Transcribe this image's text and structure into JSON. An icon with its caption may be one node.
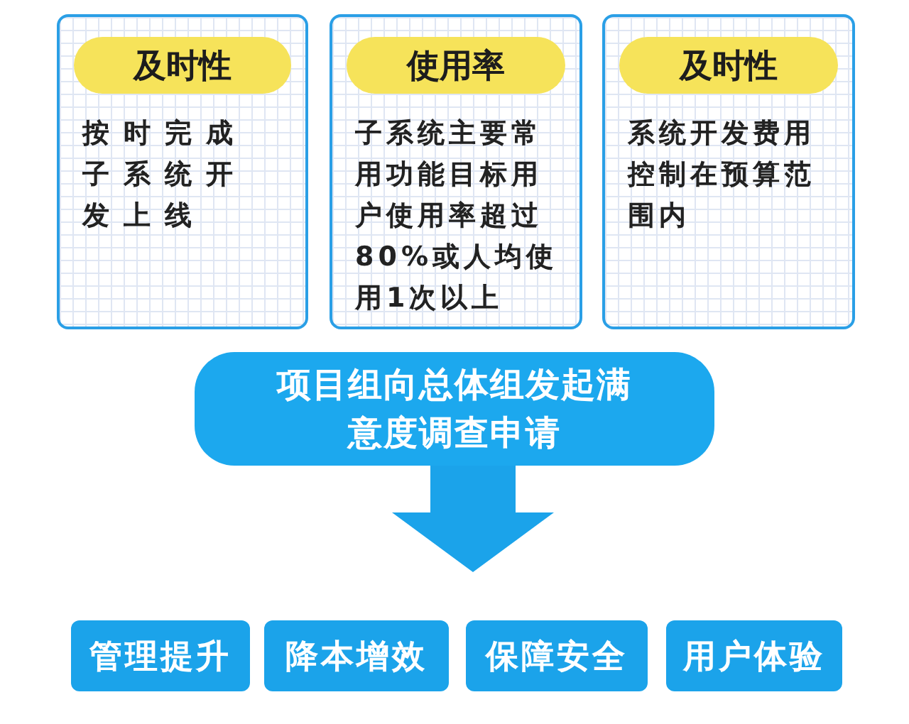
{
  "diagram": {
    "nodes": [
      {
        "text": [
          "及时性",
          "按时完成子系统开发上线"
        ]
      },
      {
        "text": [
          "使用率",
          "子系统主要常用功能目标用户使用率超过80%或人均使用1次以上"
        ]
      },
      {
        "text": [
          "及时性",
          "系统开发费用控制在预算范围内"
        ]
      },
      {
        "text": [
          "项目组向总体组发起满意度调查申请"
        ]
      },
      {
        "text": [
          "管理提升"
        ]
      },
      {
        "text": [
          "降本增效"
        ]
      },
      {
        "text": [
          "保障安全"
        ]
      },
      {
        "text": [
          "用户体验"
        ]
      }
    ]
  }
}
